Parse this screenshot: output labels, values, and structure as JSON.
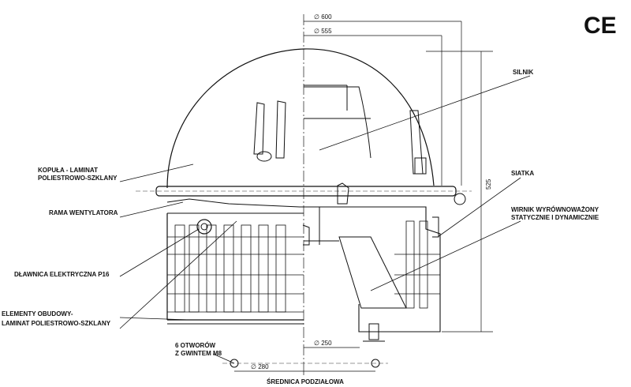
{
  "mark": "CE",
  "dimensions": {
    "d600": "∅ 600",
    "d555": "∅ 555",
    "h525": "525",
    "d250": "∅ 250",
    "d280": "∅ 280"
  },
  "labels": {
    "kopula_1": "KOPUŁA - LAMINAT",
    "kopula_2": "POLIESTROWO-SZKLANY",
    "rama": "RAMA WENTYLATORA",
    "dlawnica": "DŁAWNICA ELEKTRYCZNA P16",
    "elementy_1": "ELEMENTY OBUDOWY-",
    "elementy_2": "LAMINAT POLIESTROWO-SZKLANY",
    "otwory_1": "6 OTWORÓW",
    "otwory_2": "Z GWINTEM M8",
    "srednica": "ŚREDNICA PODZIAŁOWA",
    "silnik": "SILNIK",
    "siatka": "SIATKA",
    "wirnik_1": "WIRNIK WYRÓWNOWAŻONY",
    "wirnik_2": "STATYCZNIE I DYNAMICZNIE"
  }
}
